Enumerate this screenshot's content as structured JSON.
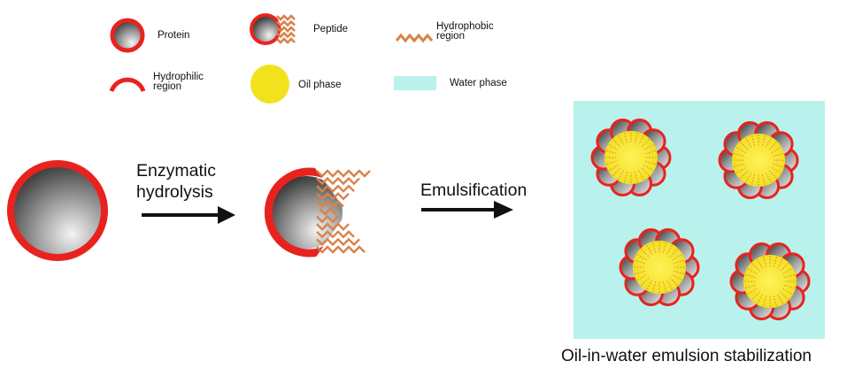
{
  "legend": {
    "protein": "Protein",
    "peptide": "Peptide",
    "hydrophobic_line1": "Hydrophobic",
    "hydrophobic_line2": "region",
    "hydrophilic_line1": "Hydrophilic",
    "hydrophilic_line2": "region",
    "oil": "Oil phase",
    "water": "Water phase"
  },
  "process": {
    "step1_line1": "Enzymatic",
    "step1_line2": "hydrolysis",
    "step2": "Emulsification",
    "result_caption": "Oil-in-water emulsion stabilization"
  },
  "colors": {
    "hydrophilic_red": "#e8231f",
    "hydrophobic_orange": "#d9824a",
    "oil_yellow": "#f2e21e",
    "water_cyan": "#b9f2ec"
  }
}
